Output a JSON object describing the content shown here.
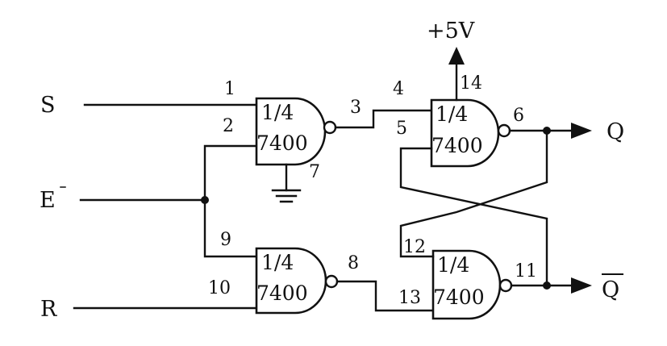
{
  "inputs": {
    "s": "S",
    "e": "E",
    "r": "R"
  },
  "outputs": {
    "q": "Q",
    "qbar": "Q"
  },
  "supply": "+5V",
  "gates": [
    {
      "line1": "1/4",
      "line2": "7400"
    },
    {
      "line1": "1/4",
      "line2": "7400"
    },
    {
      "line1": "1/4",
      "line2": "7400"
    },
    {
      "line1": "1/4",
      "line2": "7400"
    }
  ],
  "pins": {
    "p1": "1",
    "p2": "2",
    "p3": "3",
    "p4": "4",
    "p5": "5",
    "p6": "6",
    "p7": "7",
    "p8": "8",
    "p9": "9",
    "p10": "10",
    "p11": "11",
    "p12": "12",
    "p13": "13",
    "p14": "14"
  }
}
